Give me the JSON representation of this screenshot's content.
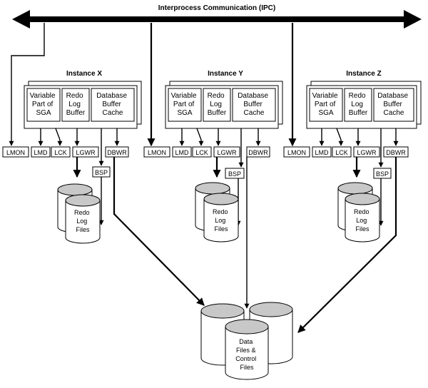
{
  "ipc": {
    "label": "Interprocess Communication (IPC)"
  },
  "instances": [
    {
      "title": "Instance X",
      "sga": {
        "variable": [
          "Variable",
          "Part of",
          "SGA"
        ],
        "redo": [
          "Redo",
          "Log",
          "Buffer"
        ],
        "dbbuf": [
          "Database",
          "Buffer",
          "Cache"
        ]
      },
      "processes": {
        "lmon": "LMON",
        "lmd": "LMD",
        "lck": "LCK",
        "lgwr": "LGWR",
        "dbwr": "DBWR",
        "bsp": "BSP"
      },
      "redo_files": [
        "Redo",
        "Log",
        "Files"
      ]
    },
    {
      "title": "Instance Y",
      "sga": {
        "variable": [
          "Variable",
          "Part of",
          "SGA"
        ],
        "redo": [
          "Redo",
          "Log",
          "Buffer"
        ],
        "dbbuf": [
          "Database",
          "Buffer",
          "Cache"
        ]
      },
      "processes": {
        "lmon": "LMON",
        "lmd": "LMD",
        "lck": "LCK",
        "lgwr": "LGWR",
        "dbwr": "DBWR",
        "bsp": "BSP"
      },
      "redo_files": [
        "Redo",
        "Log",
        "Files"
      ]
    },
    {
      "title": "Instance Z",
      "sga": {
        "variable": [
          "Variable",
          "Part of",
          "SGA"
        ],
        "redo": [
          "Redo",
          "Log",
          "Buffer"
        ],
        "dbbuf": [
          "Database",
          "Buffer",
          "Cache"
        ]
      },
      "processes": {
        "lmon": "LMON",
        "lmd": "LMD",
        "lck": "LCK",
        "lgwr": "LGWR",
        "dbwr": "DBWR",
        "bsp": "BSP"
      },
      "redo_files": [
        "Redo",
        "Log",
        "Files"
      ]
    }
  ],
  "datafiles": {
    "label": [
      "Data",
      "Files &",
      "Control",
      "Files"
    ]
  },
  "colors": {
    "line": "#000000",
    "cylinder_top": "#c8c8c8",
    "background": "#ffffff"
  }
}
